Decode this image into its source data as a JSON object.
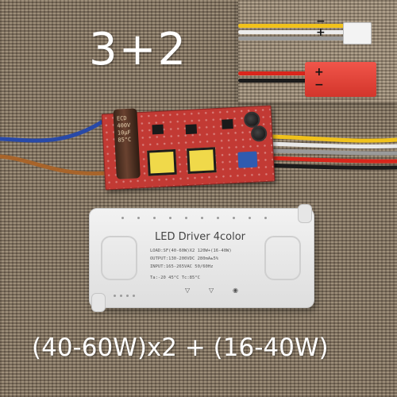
{
  "headline": "3+2",
  "caption": "(40-60W)x2 + (16-40W)",
  "inset": {
    "white_connector_minus": "−",
    "white_connector_plus": "+",
    "red_connector_plus": "+",
    "red_connector_minus": "−"
  },
  "pcb": {
    "capacitor_brand": "ECD",
    "capacitor_text": "400V 10μF 85°C"
  },
  "driver_case": {
    "title": "LED Driver 4color",
    "load": "LOAD:SF(40-60W)X2 120W+(16-40W)",
    "output": "OUTPUT:130-200VDC 280mA±5%",
    "input": "INPUT:165-265VAC 50/60Hz",
    "temps": "Ta:-20 45°C   Tc:85°C"
  },
  "colors": {
    "wire_blue": "#2849a8",
    "wire_brown": "#a8642a",
    "wire_yellow": "#f1c21b",
    "wire_white": "#e8e8e8",
    "wire_gray": "#9a9a9a",
    "wire_red": "#d9261c",
    "wire_black": "#1b1b1b",
    "pcb": "#c23a34"
  }
}
